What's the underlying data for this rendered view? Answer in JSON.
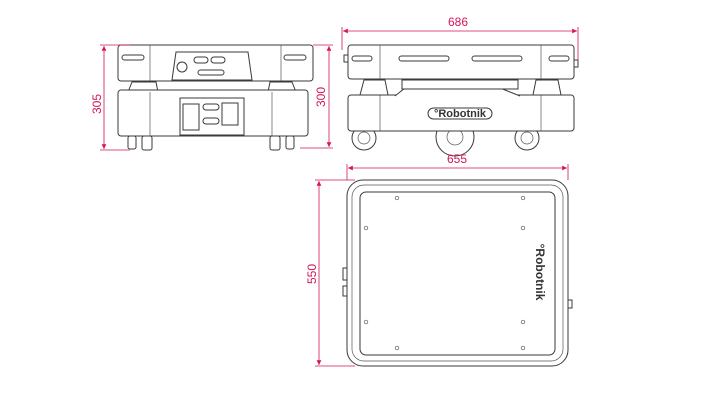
{
  "colors": {
    "dimension": "#d4145a",
    "outline": "#3a3a3a"
  },
  "front_view": {
    "height_label": "305",
    "height_right_label": "300"
  },
  "side_view": {
    "length_label": "686",
    "logo_text": "°Robotnik"
  },
  "top_view": {
    "width_label": "655",
    "depth_label": "550",
    "logo_text": "°Robotnik"
  }
}
